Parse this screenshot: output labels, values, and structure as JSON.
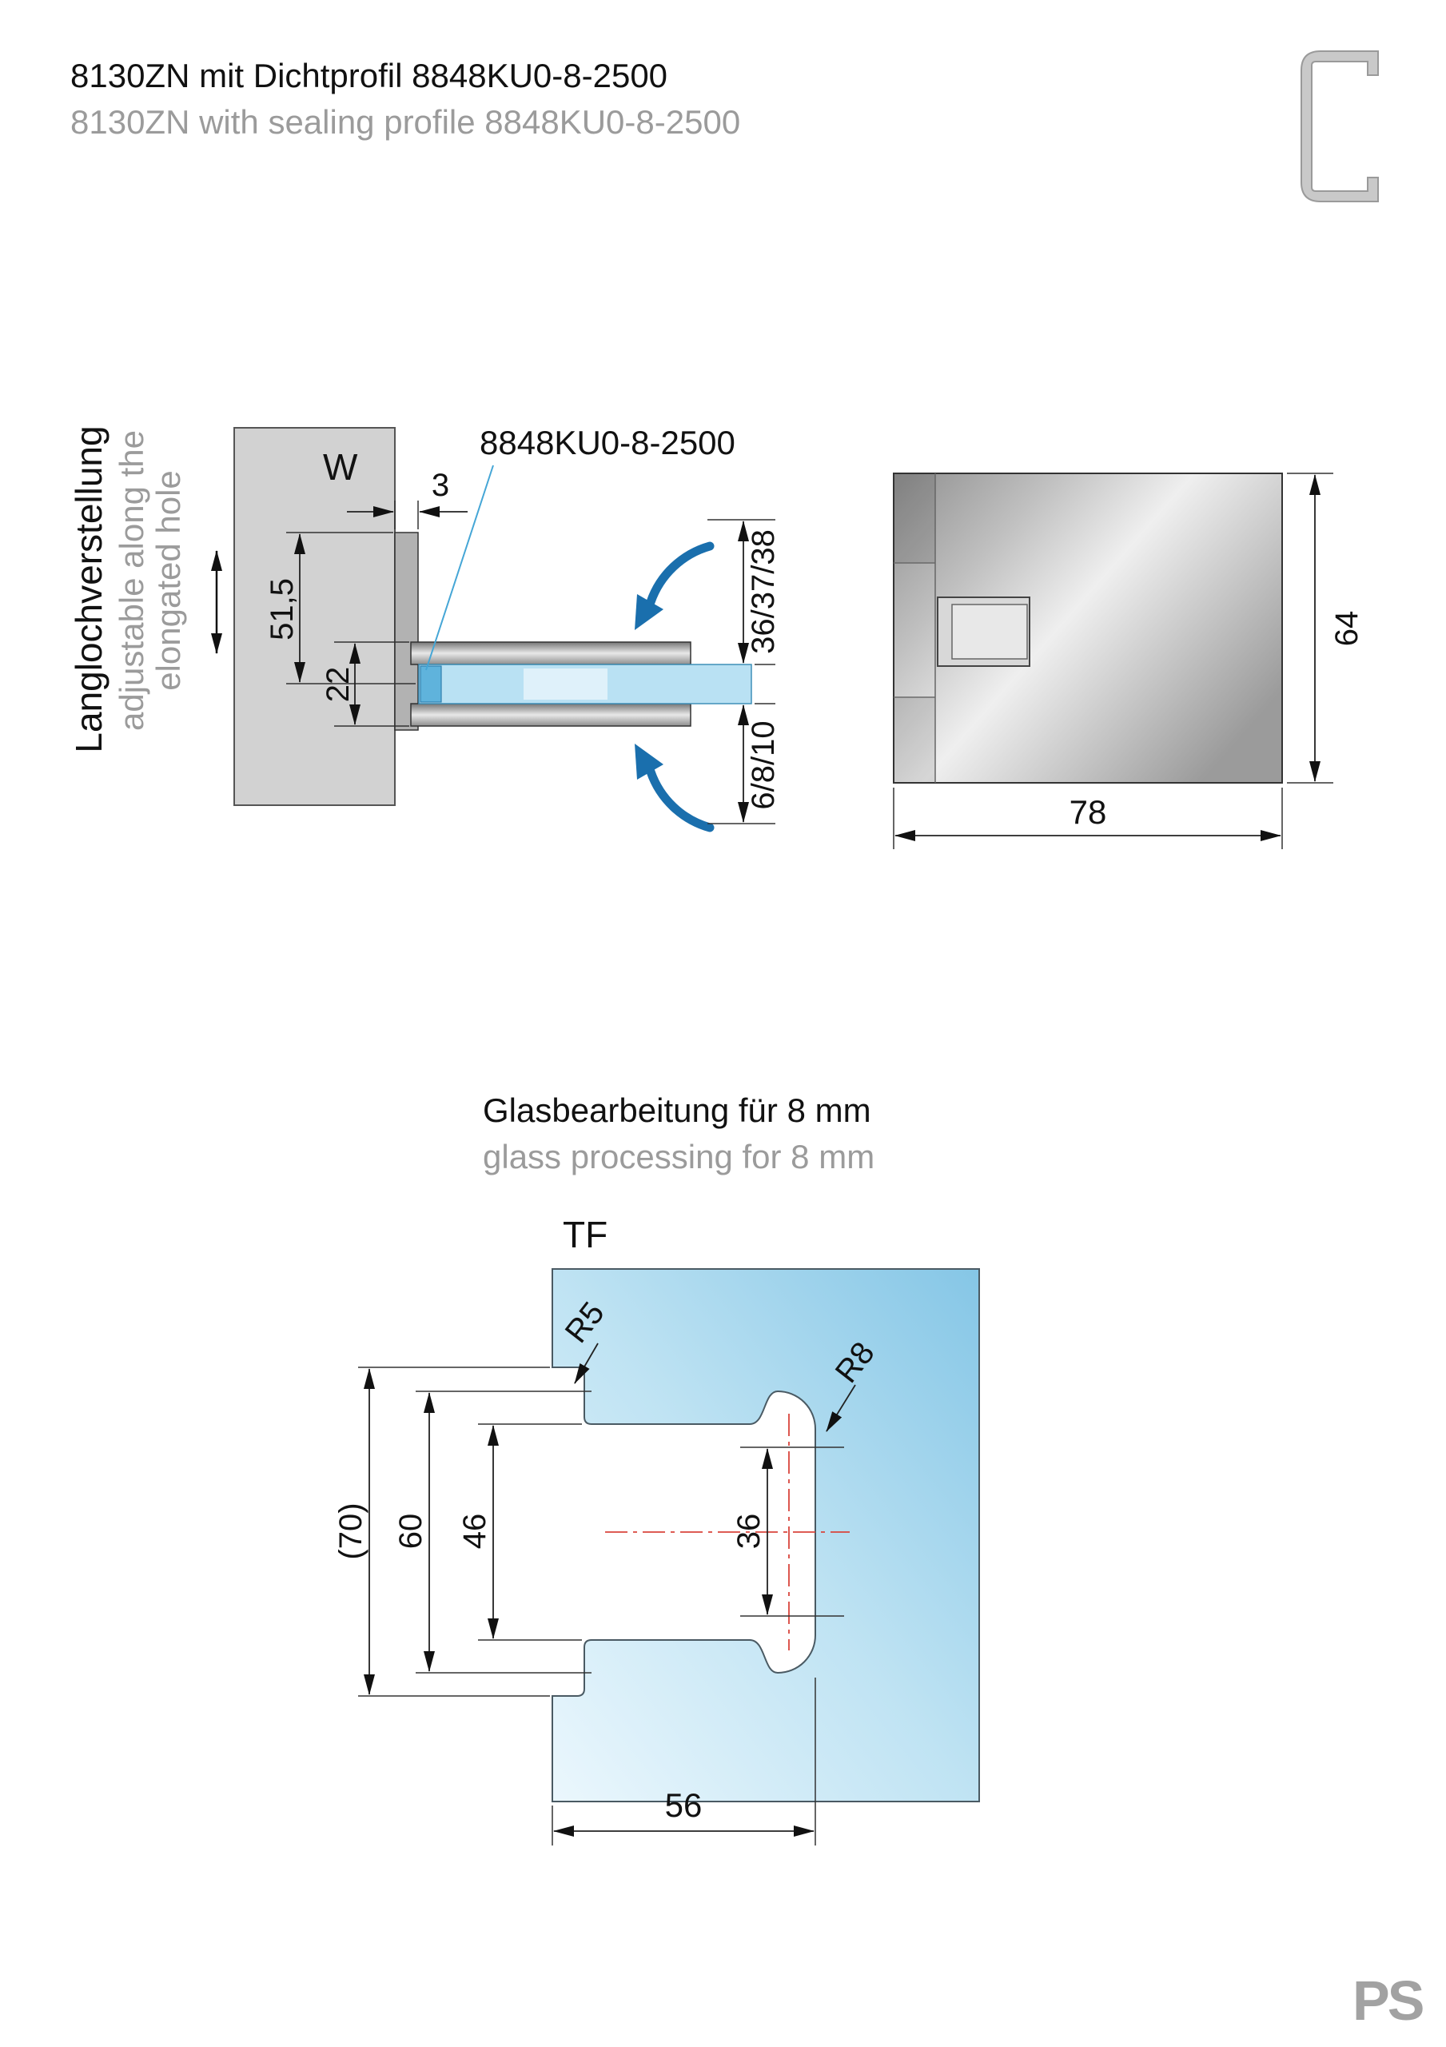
{
  "page": {
    "title_de": "8130ZN mit Dichtprofil 8848KU0-8-2500",
    "title_en": "8130ZN with sealing profile 8848KU0-8-2500"
  },
  "side_note": {
    "de": "Langlochverstellung",
    "en1": "adjustable along the",
    "en2": "elongated hole"
  },
  "glass_section": {
    "title_de": "Glasbearbeitung für 8 mm",
    "title_en": "glass processing for 8 mm"
  },
  "side_view": {
    "wall_label": "W",
    "seal_label": "8848KU0-8-2500",
    "dim_gap": "3",
    "dim_slot_height": "51,5",
    "dim_clamp": "22",
    "dim_offsets": "36/37/38",
    "dim_glass": "6/8/10"
  },
  "front_view": {
    "dim_height": "64",
    "dim_width": "78"
  },
  "glass_view": {
    "panel_label": "TF",
    "dim_ref": "(70)",
    "dim_outer": "60",
    "dim_slot": "46",
    "dim_flat": "36",
    "dim_depth": "56",
    "radius_small": "R5",
    "radius_large": "R8"
  },
  "logo_text": "PS",
  "colors": {
    "accent_blue": "#1e9cd7",
    "swing_arrow_blue": "#1a6fad",
    "glass_blue": "#b9e1f3",
    "centerline_red": "#d9453c",
    "metal_gray": "#c8c8c8"
  }
}
